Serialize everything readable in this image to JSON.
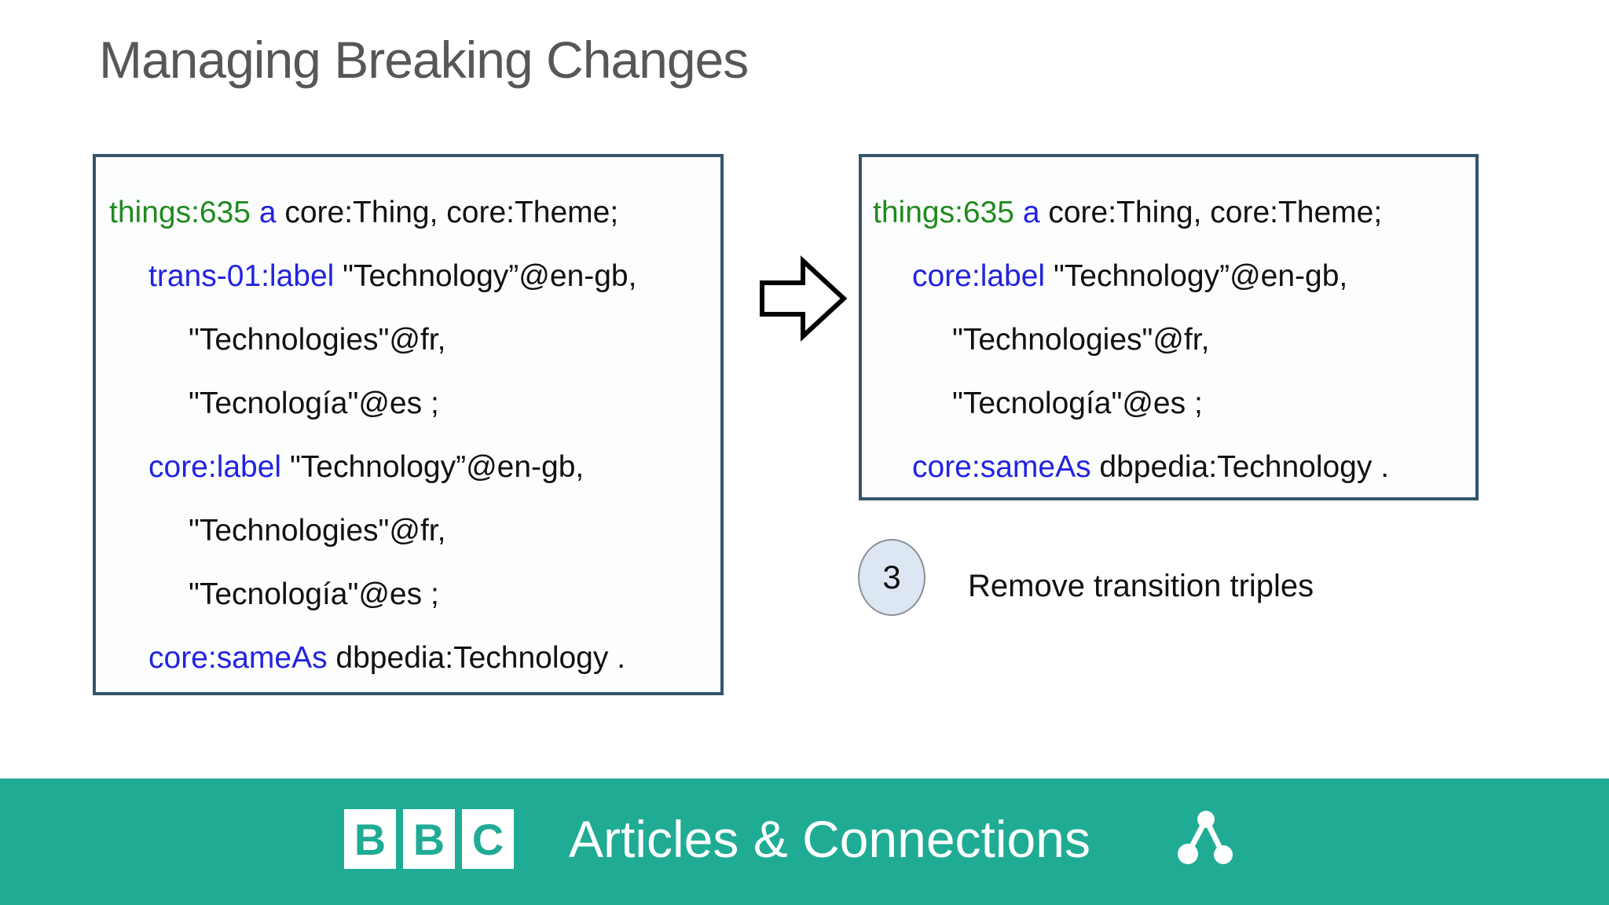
{
  "title": "Managing Breaking Changes",
  "colors": {
    "title_text": "#57575a",
    "green": "#1f8a1f",
    "blue": "#2323e0",
    "code_text": "#111111",
    "box_border": "#33566b",
    "box_bg": "#fcfefd",
    "footer_bg": "#20ac94",
    "circle_fill": "#dce7f3",
    "circle_border": "#8a9096",
    "logo_letter": "#20ac94",
    "footer_text": "#ffffff",
    "arrow_border": "#000000",
    "arrow_fill": "#ffffff"
  },
  "before_box": {
    "lines": [
      {
        "indent": 0,
        "segs": [
          [
            "g",
            "things:635"
          ],
          [
            "b",
            " a"
          ],
          [
            "k",
            " core:Thing, core:Theme;"
          ]
        ]
      },
      {
        "indent": 1,
        "segs": [
          [
            "b",
            "trans-01:label"
          ],
          [
            "k",
            " \"Technology”@en-gb,"
          ]
        ]
      },
      {
        "indent": 2,
        "segs": [
          [
            "k",
            "\"Technologies\"@fr,"
          ]
        ]
      },
      {
        "indent": 2,
        "segs": [
          [
            "k",
            "\"Tecnología\"@es ;"
          ]
        ]
      },
      {
        "indent": 1,
        "segs": [
          [
            "b",
            "core:label"
          ],
          [
            "k",
            " \"Technology”@en-gb,"
          ]
        ]
      },
      {
        "indent": 2,
        "segs": [
          [
            "k",
            "\"Technologies\"@fr,"
          ]
        ]
      },
      {
        "indent": 2,
        "segs": [
          [
            "k",
            "\"Tecnología\"@es ;"
          ]
        ]
      },
      {
        "indent": 1,
        "segs": [
          [
            "b",
            "core:sameAs"
          ],
          [
            "k",
            " dbpedia:Technology ."
          ]
        ]
      }
    ]
  },
  "after_box": {
    "lines": [
      {
        "indent": 0,
        "segs": [
          [
            "g",
            "things:635"
          ],
          [
            "b",
            " a"
          ],
          [
            "k",
            " core:Thing, core:Theme;"
          ]
        ]
      },
      {
        "indent": 1,
        "segs": [
          [
            "b",
            "core:label"
          ],
          [
            "k",
            " \"Technology”@en-gb,"
          ]
        ]
      },
      {
        "indent": 2,
        "segs": [
          [
            "k",
            "\"Technologies\"@fr,"
          ]
        ]
      },
      {
        "indent": 2,
        "segs": [
          [
            "k",
            "\"Tecnología\"@es ;"
          ]
        ]
      },
      {
        "indent": 1,
        "segs": [
          [
            "b",
            "core:sameAs"
          ],
          [
            "k",
            " dbpedia:Technology ."
          ]
        ]
      }
    ]
  },
  "step": {
    "number": "3",
    "label": "Remove transition triples"
  },
  "footer": {
    "logo_letters": [
      "B",
      "B",
      "C"
    ],
    "label": "Articles & Connections",
    "icon": "connections-network-icon"
  }
}
